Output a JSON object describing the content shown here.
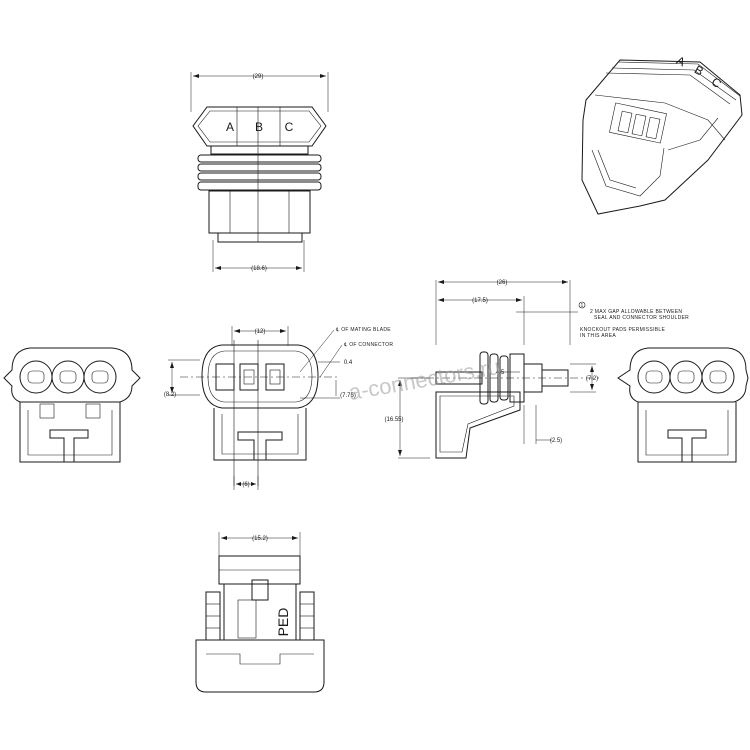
{
  "dimensions": {
    "top_width": "(29)",
    "top_base": "(18.6)",
    "front_pitch": "(12)",
    "front_height": "(8.2)",
    "front_pin_height": "(7.75)",
    "front_base": "(6)",
    "center_offset": "0.4",
    "side_overall": "(26)",
    "side_inner": "(17.5)",
    "side_small": "4.5",
    "side_height": "(7.2)",
    "side_drop": "(16.55)",
    "side_tail": "(2.5)",
    "bottom_width": "(15.2)"
  },
  "notes": {
    "mating_blade": "℄ OF MATING BLADE",
    "connector": "℄ OF CONNECTOR",
    "gap_marker": "1",
    "gap_line1": "2 MAX GAP ALLOWABLE BETWEEN",
    "gap_line2": "SEAL AND CONNECTOR SHOULDER",
    "knockout_line1": "KNOCKOUT PADS PERMISSIBLE",
    "knockout_line2": "IN THIS AREA"
  },
  "pin_labels": {
    "a": "A",
    "b": "B",
    "c": "C"
  },
  "iso_pin_labels": {
    "c": "C",
    "b": "B",
    "a": "A"
  },
  "housing_stamp": "PED",
  "watermark": "a-connectors.ru",
  "colors": {
    "line": "#1a1a1a",
    "watermark": "#9a9a9a",
    "background": "#ffffff"
  }
}
